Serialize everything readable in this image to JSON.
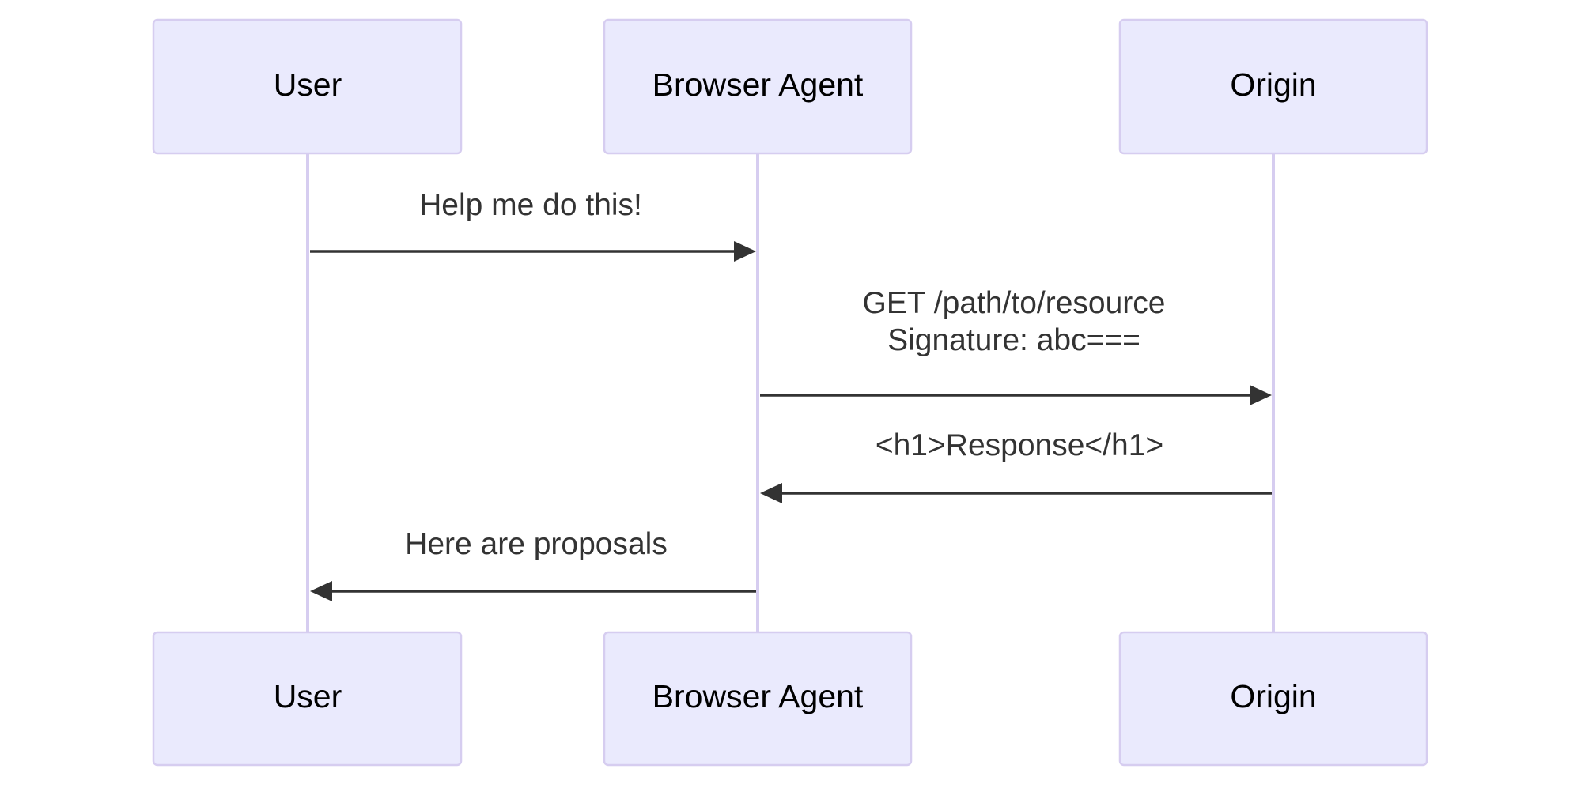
{
  "participants": [
    {
      "id": "user",
      "label": "User"
    },
    {
      "id": "agent",
      "label": "Browser Agent"
    },
    {
      "id": "origin",
      "label": "Origin"
    }
  ],
  "messages": [
    {
      "from": "user",
      "to": "agent",
      "lines": [
        "Help me do this!"
      ]
    },
    {
      "from": "agent",
      "to": "origin",
      "lines": [
        "GET /path/to/resource",
        "Signature: abc==="
      ]
    },
    {
      "from": "origin",
      "to": "agent",
      "lines": [
        "<h1>Response</h1>"
      ]
    },
    {
      "from": "agent",
      "to": "user",
      "lines": [
        "Here are proposals"
      ]
    }
  ],
  "colors": {
    "actor_fill": "#eaeafd",
    "actor_stroke": "#d6cdf0",
    "arrow": "#333333"
  }
}
